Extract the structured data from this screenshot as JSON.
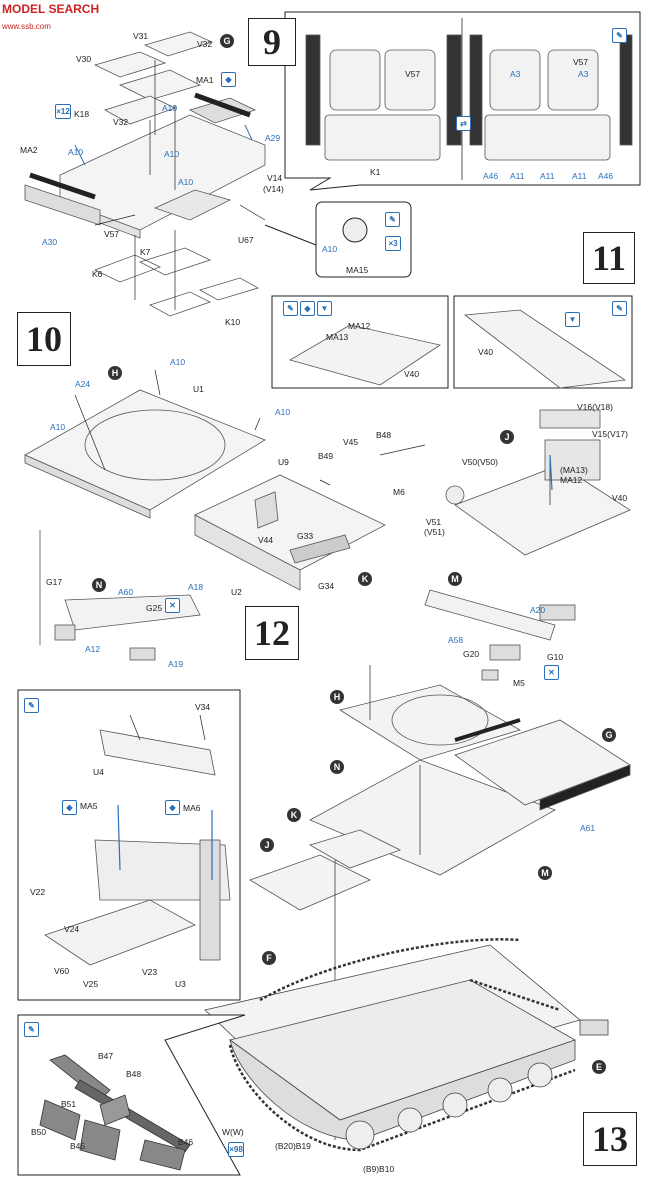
{
  "watermark": {
    "brand": "MODEL SEARCH",
    "site": "www.ssb.com"
  },
  "steps": {
    "s9": "9",
    "s10": "10",
    "s11": "11",
    "s12": "12",
    "s13": "13"
  },
  "sub": {
    "G": "G",
    "H": "H",
    "J": "J",
    "K": "K",
    "M": "M",
    "N": "N",
    "E": "E",
    "F": "F"
  },
  "icon_counts": {
    "x12": "×12",
    "x3": "×3",
    "x98": "×98"
  },
  "labels": {
    "V31": "V31",
    "V32a": "V32",
    "V30": "V30",
    "MA1": "MA1",
    "K18": "K18",
    "V32b": "V32",
    "A10a": "A10",
    "A10b": "A10",
    "A10c": "A10",
    "A29": "A29",
    "MA2": "MA2",
    "A10d": "A10",
    "V14": "V14",
    "V14b": "(V14)",
    "A30": "A30",
    "V57a": "V57",
    "U67": "U67",
    "K7": "K7",
    "K6": "K6",
    "K10": "K10",
    "V57b": "V57",
    "V57c": "V57",
    "A3a": "A3",
    "A3b": "A3",
    "K1": "K1",
    "A46a": "A46",
    "A11a": "A11",
    "A11b": "A11",
    "A11c": "A11",
    "A46b": "A46",
    "A10e": "A10",
    "MA15": "MA15",
    "MA12": "MA12",
    "MA13": "MA13",
    "V40a": "V40",
    "V40b": "V40",
    "A10f": "A10",
    "A24": "A24",
    "U1": "U1",
    "A10g": "A10",
    "A10h": "A10",
    "B48": "B48",
    "V45": "V45",
    "B49": "B49",
    "U9": "U9",
    "M6": "M6",
    "V44": "V44",
    "G33": "G33",
    "G34": "G34",
    "U2": "U2",
    "V16": "V16(V18)",
    "V15": "V15(V17)",
    "MA13b": "(MA13)",
    "MA12b": "MA12",
    "V40c": "V40",
    "V50": "V50(V50)",
    "V51": "V51",
    "V51b": "(V51)",
    "G17": "G17",
    "A60": "A60",
    "A18": "A18",
    "G25": "G25",
    "A12": "A12",
    "A19": "A19",
    "A20": "A20",
    "A58": "A58",
    "G20": "G20",
    "G10": "G10",
    "M5": "M5",
    "V34": "V34",
    "U4": "U4",
    "MA5": "MA5",
    "MA6": "MA6",
    "V22": "V22",
    "V24": "V24",
    "V60": "V60",
    "V25": "V25",
    "V23": "V23",
    "U3": "U3",
    "A61": "A61",
    "B47": "B47",
    "B48b": "B48",
    "B51": "B51",
    "B50": "B50",
    "B45": "B45",
    "B46": "B46",
    "WW": "W(W)",
    "B19": "(B20)B19",
    "B10": "(B9)B10"
  }
}
